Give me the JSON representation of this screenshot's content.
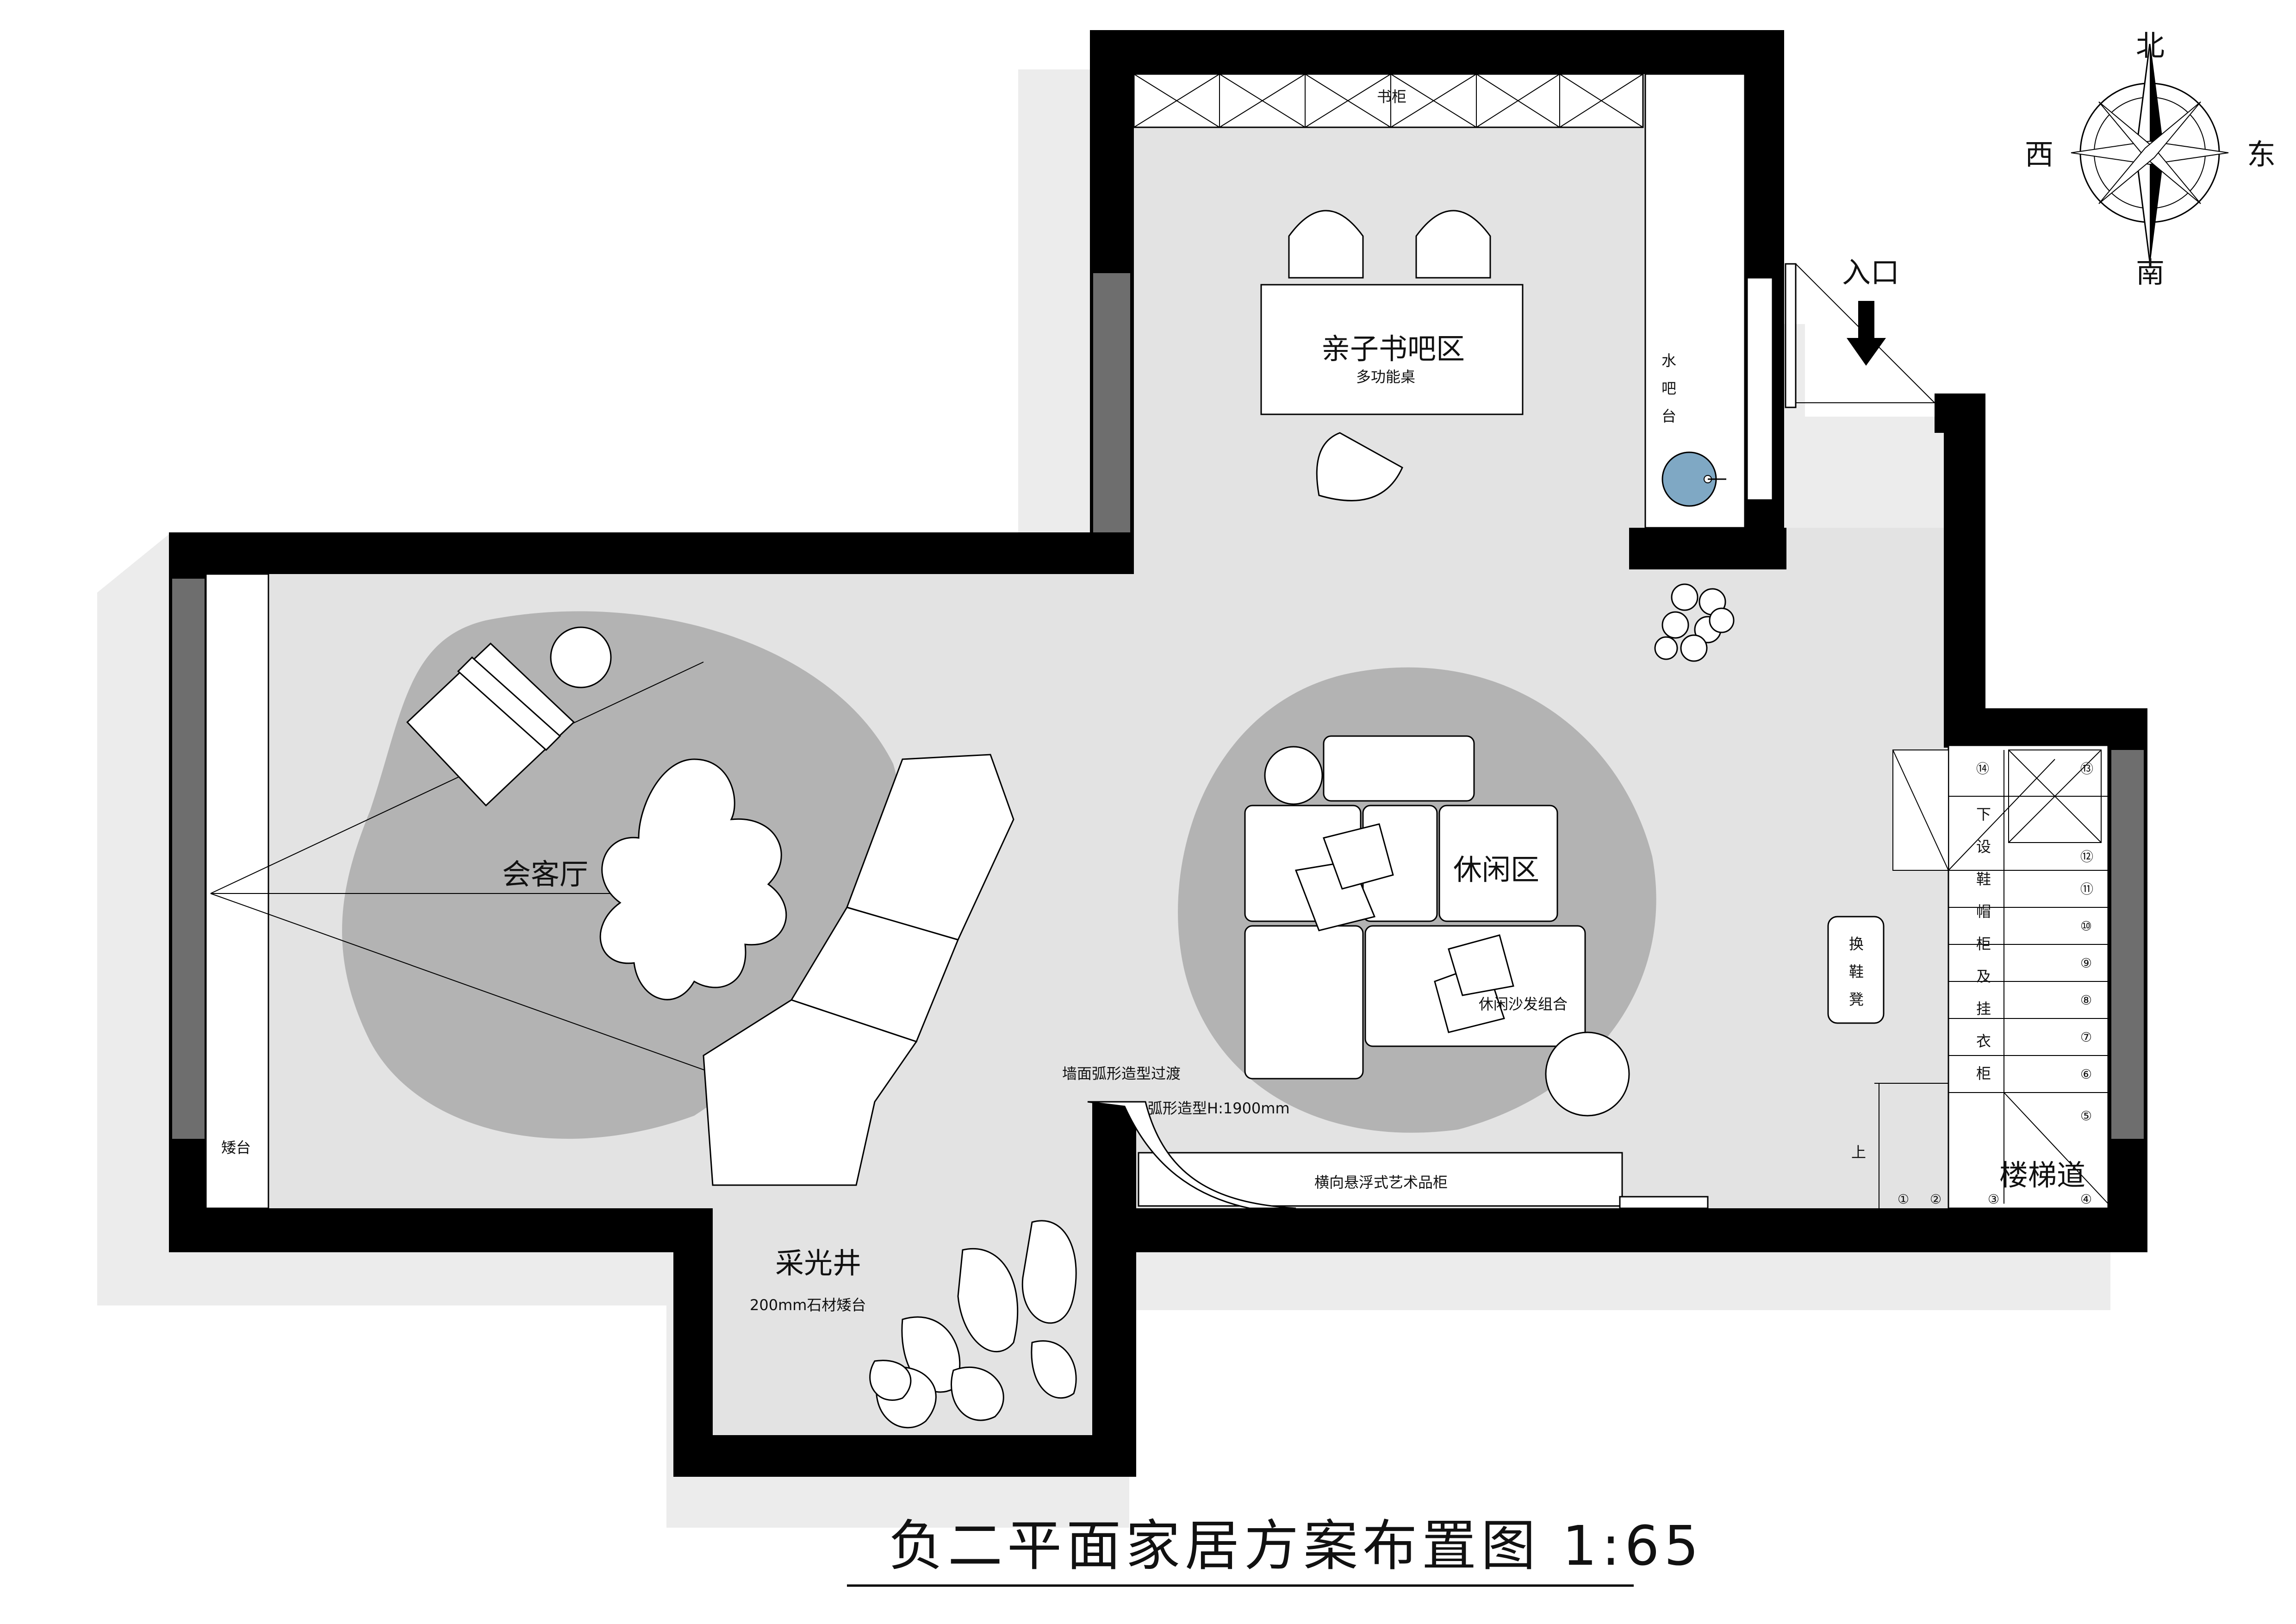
{
  "title": "负二平面家居方案布置图 1:65",
  "compass": {
    "north": "北",
    "south": "南",
    "east": "东",
    "west": "西"
  },
  "rooms": {
    "study_cabinet": "书柜",
    "study_area": "亲子书吧区",
    "multi_table": "多功能桌",
    "water_bar": [
      "水",
      "吧",
      "台"
    ],
    "entrance": "入口",
    "living_room": "会客厅",
    "leisure_area": "休闲区",
    "leisure_sofa": "休闲沙发组合",
    "bench": "矮台",
    "skylight": "采光井",
    "stone_bench": "200mm石材矮台",
    "wall_transition": "墙面弧形造型过渡",
    "arc_shape": "弧形造型H:1900mm",
    "art_cabinet": "横向悬浮式艺术品柜",
    "shoe_stool": [
      "换",
      "鞋",
      "凳"
    ],
    "shoe_cabinet": [
      "下",
      "设",
      "鞋",
      "帽",
      "柜",
      "及",
      "挂",
      "衣",
      "柜"
    ],
    "stairs": "楼梯道",
    "up": "上"
  },
  "stair_steps": [
    "①",
    "②",
    "③",
    "④",
    "⑤",
    "⑥",
    "⑦",
    "⑧",
    "⑨",
    "⑩",
    "⑪",
    "⑫",
    "⑬",
    "⑭"
  ],
  "colors": {
    "wall": "#000000",
    "floor": "#e3e3e3",
    "shadow": "#ebebeb",
    "rug": "#b3b3b3",
    "wall_grey": "#6e6e6e",
    "basin": "#7fa8c4"
  }
}
